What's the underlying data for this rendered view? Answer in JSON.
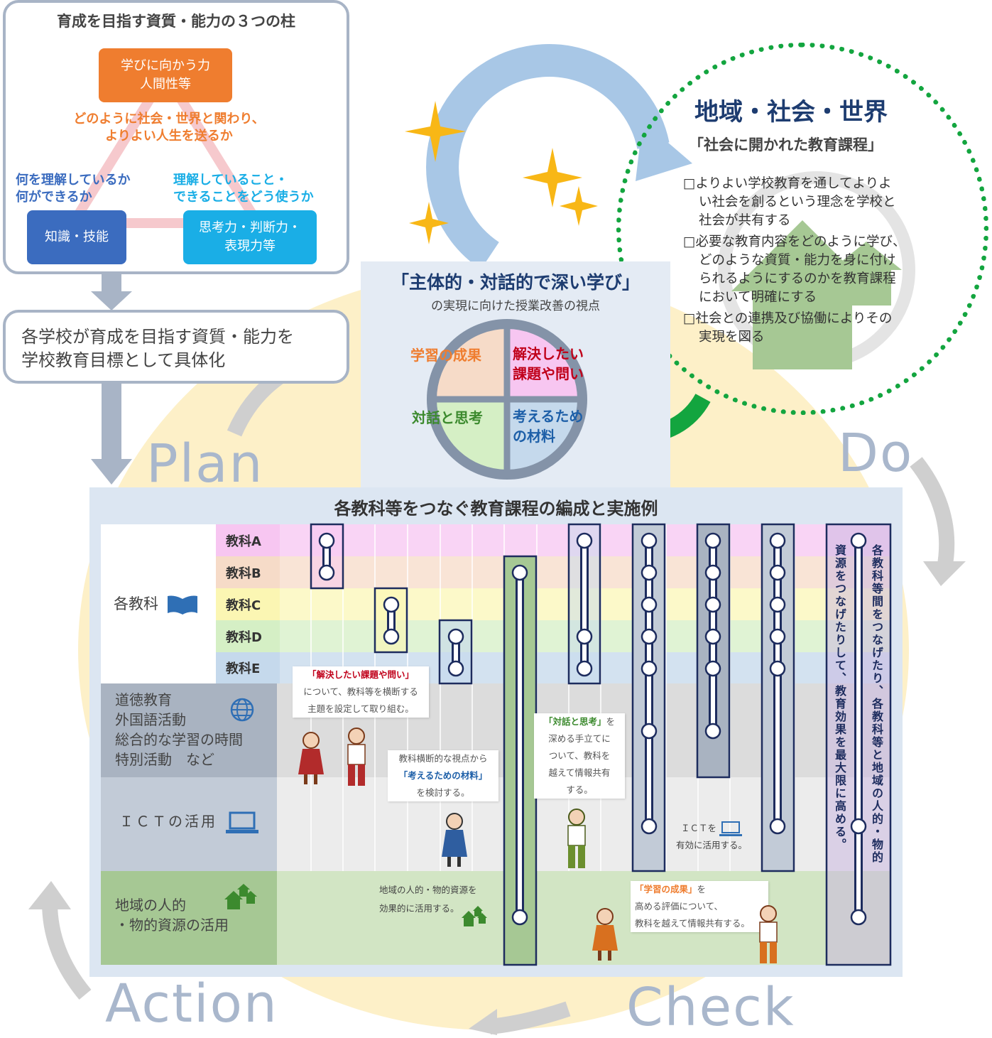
{
  "pdca": {
    "plan": "Plan",
    "do": "Do",
    "check": "Check",
    "action": "Action"
  },
  "pillars": {
    "title": "育成を目指す資質・能力の３つの柱",
    "top_line1": "学びに向かう力",
    "top_line2": "人間性等",
    "top_caption_line1": "どのように社会・世界と関わり、",
    "top_caption_line2": "よりよい人生を送るか",
    "left_caption_line1": "何を理解しているか",
    "left_caption_line2": "何ができるか",
    "right_caption_line1": "理解していること・",
    "right_caption_line2": "できることをどう使うか",
    "left_box": "知識・技能",
    "right_line1": "思考力・判断力・",
    "right_line2": "表現力等"
  },
  "goal": {
    "line1": "各学校が育成を目指す資質・能力を",
    "line2": "学校教育目標として具体化"
  },
  "deep_learning": {
    "title": "「主体的・対話的で深い学び」",
    "subtitle": "の実現に向けた授業改善の視点",
    "q1": "学習の成果",
    "q2_line1": "解決したい",
    "q2_line2": "課題や問い",
    "q3": "対話と思考",
    "q4_line1": "考えるため",
    "q4_line2": "の材料"
  },
  "world": {
    "title": "地域・社会・世界",
    "subtitle": "「社会に開かれた教育課程」",
    "items": [
      {
        "line1": "□よりよい学校教育を通してよりよ",
        "line2": "い社会を創るという理念を学校と",
        "line3": "社会が共有する",
        "line4": ""
      },
      {
        "line1": "□必要な教育内容をどのように学び、",
        "line2": "どのような資質・能力を身に付け",
        "line3": "られるようにするのかを教育課程",
        "line4": "において明確にする"
      },
      {
        "line1": "□社会との連携及び協働によりその",
        "line2": "実現を図る",
        "line3": "",
        "line4": ""
      }
    ]
  },
  "curriculum": {
    "title": "各教科等をつなぐ教育課程の編成と実施例",
    "subjects_label": "各教科",
    "rows": [
      "教科A",
      "教科B",
      "教科C",
      "教科D",
      "教科E"
    ],
    "other_lines": [
      "道徳教育",
      "外国語活動",
      "総合的な学習の時間",
      "特別活動　など"
    ],
    "ict_label": "ＩＣＴの活用",
    "community_line1": "地域の人的",
    "community_line2": "・物的資源の活用",
    "vertical_right": "各教科等間をつなげたり、各教科等と地域の人的・物的",
    "vertical_left": "資源をつなげたりして、教育効果を最大限に高める。",
    "bubbles": {
      "b1_em": "「解決したい課題や問い」",
      "b1_line1": "について、教科等を横断する",
      "b1_line2": "主題を設定して取り組む。",
      "b2_line1": "教科横断的な視点から",
      "b2_em": "「考えるための材料」",
      "b2_line2": "を検討する。",
      "b3_em": "「対話と思考」",
      "b3_line1a": "を",
      "b3_line2": "深める手立てに",
      "b3_line3": "ついて、教科を",
      "b3_line4": "越えて情報共有",
      "b3_line5": "する。",
      "ict_line1": "ＩＣＴを",
      "ict_line2": "有効に活用する。",
      "comm_line1": "地域の人的・物的資源を",
      "comm_line2": "効果的に活用する。",
      "b4_em": "「学習の成果」",
      "b4_line1a": "を",
      "b4_line2": "高める評価について、",
      "b4_line3": "教科を越えて情報共有する。"
    }
  },
  "colors": {
    "orange": "#ef7d2f",
    "blue_box": "#3b6cbf",
    "cyan_box": "#1aaee6",
    "row_a": "#f7c6f1",
    "row_b": "#f6dbc8",
    "row_c": "#fbf6b3",
    "row_d": "#d5efc5",
    "row_e": "#c5d9ec",
    "green": "#13a53f"
  }
}
